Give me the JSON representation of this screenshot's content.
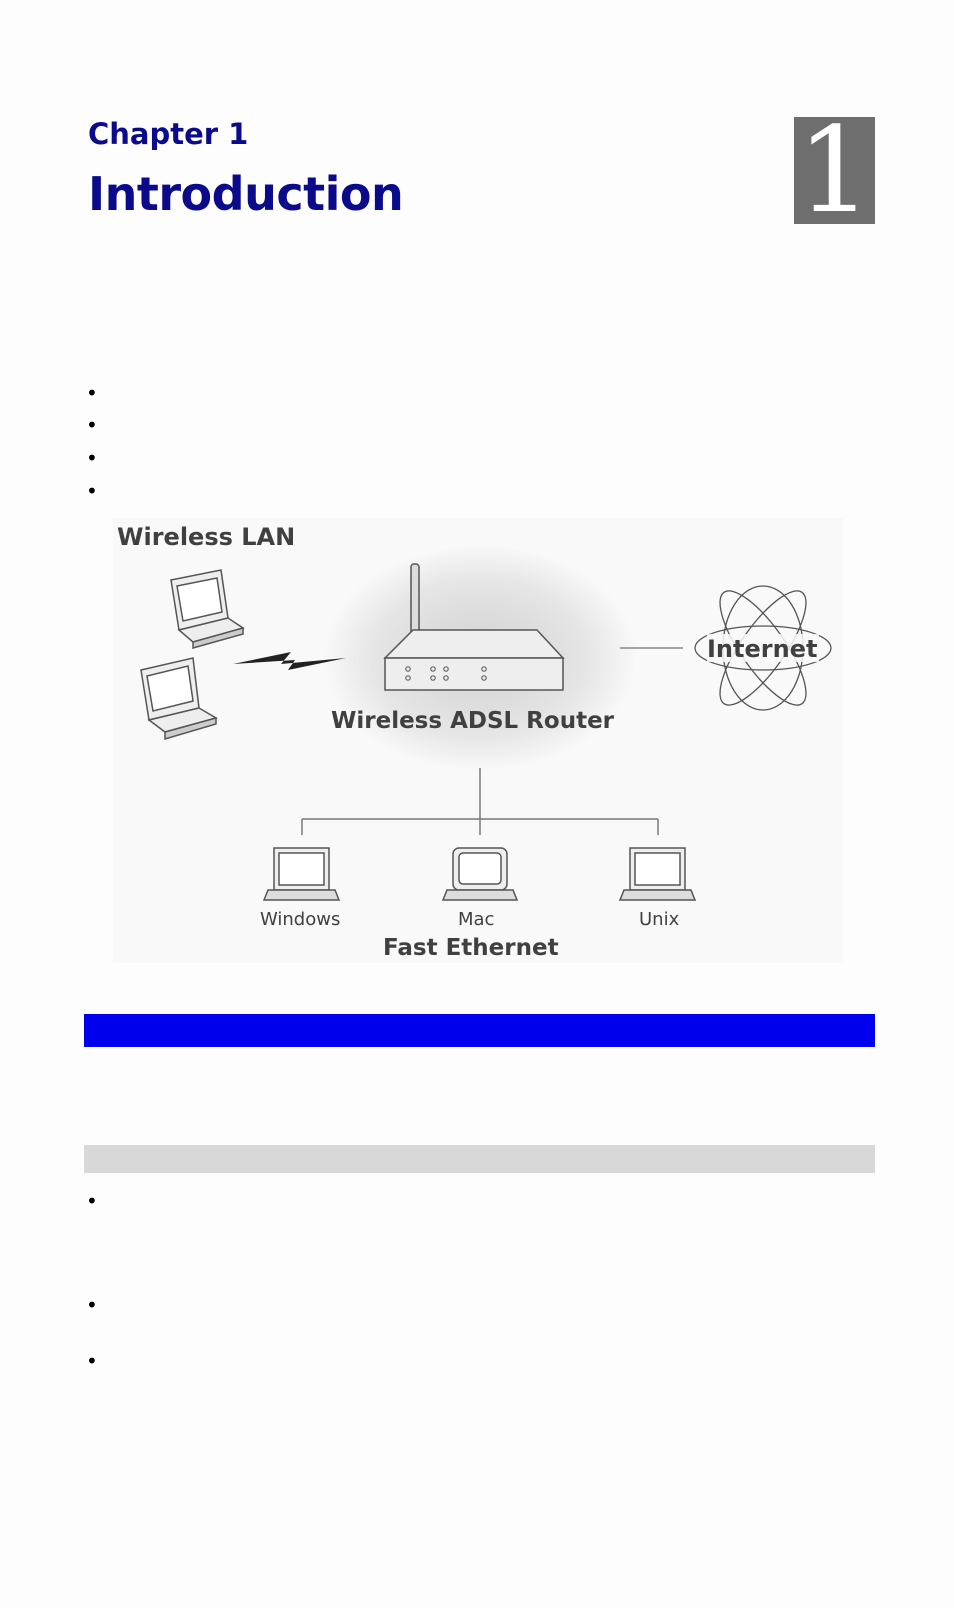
{
  "header": {
    "chapter_label": "Chapter 1",
    "title": "Introduction",
    "chapter_number": "1"
  },
  "diagram": {
    "wireless_lan_label": "Wireless LAN",
    "router_label": "Wireless ADSL Router",
    "internet_label": "Internet",
    "windows_label": "Windows",
    "mac_label": "Mac",
    "unix_label": "Unix",
    "fast_ethernet_label": "Fast Ethernet"
  },
  "colors": {
    "heading": "#0a0a8a",
    "section_bar": "#0000ee",
    "subsection_bar": "#d8d8d8",
    "chapter_box": "#6e6e6e"
  }
}
